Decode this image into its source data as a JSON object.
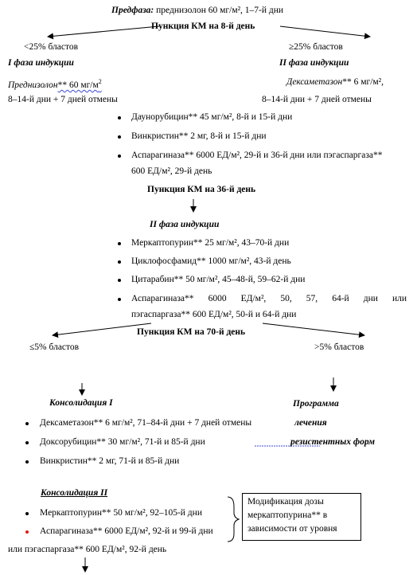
{
  "prephase": {
    "label": "Предфаза:",
    "text": " преднизолон 60 мг/м², 1–7-й дни"
  },
  "puncture_day8": "Пункция КМ на 8-й день",
  "branch_low_blasts": "<25% бластов",
  "branch_high_blasts": "≥25% бластов",
  "induction_left": {
    "title": "I фаза индукции",
    "drug": "Преднизолон",
    "drug_rest": "** 60 мг/м",
    "drug_sup": "2",
    "days": "8–14-й дни + 7 дней отмены"
  },
  "induction_right": {
    "title": "II фаза индукции",
    "drug": "Дексаметазон",
    "drug_rest": "** 6 мг/м²,",
    "days": "8–14-й дни + 7 дней отмены"
  },
  "induction_common": [
    "Даунорубицин** 45 мг/м², 8-й и 15-й дни",
    "Винкристин** 2 мг, 8-й и 15-й дни",
    "Аспарагиназа** 6000 ЕД/м², 29-й и 36-й дни или пэгаспаргаза**",
    "600 ЕД/м², 29-й день"
  ],
  "puncture_day36": "Пункция КМ на 36-й день",
  "induction_phase2": {
    "title": "II фаза индукции",
    "items": [
      "Меркаптопурин** 25 мг/м², 43–70-й дни",
      "Циклофосфамид** 1000 мг/м², 43-й день",
      "Цитарабин** 50 мг/м², 45–48-й, 59–62-й дни",
      "Аспарагиназа** 6000 ЕД/м², 50, 57, 64-й дни или",
      "пэгаспаргаза** 600 ЕД/м², 50-й и 64-й дни"
    ]
  },
  "puncture_day70": "Пункция КМ на 70-й день",
  "branch_le5": "≤5% бластов",
  "branch_gt5": ">5% бластов",
  "consolidation1": {
    "title": "Консолидация I",
    "items": [
      "Дексаметазон** 6 мг/м², 71–84-й дни + 7 дней отмены",
      "Доксорубицин** 30 мг/м², 71-й и 85-й дни",
      "Винкристин** 2 мг, 71-й и 85-й дни"
    ]
  },
  "resistant_program": {
    "line1": "Программа",
    "line2": "лечения",
    "line3": "резистентных форм"
  },
  "consolidation2": {
    "title": "Консолидация  II",
    "items": [
      "Меркаптопурин** 50 мг/м², 92–105-й дни",
      "Аспарагиназа** 6000 ЕД/м², 92-й и 99-й дни"
    ],
    "continuation": "или пэгаспаргаза** 600 ЕД/м², 92-й день"
  },
  "dose_note": {
    "line1": "Модификация дозы",
    "line2": "меркаптопурина** в",
    "line3": "зависимости от уровня"
  },
  "colors": {
    "text": "#000000",
    "spellcheck": "#3b49d6",
    "highlight_bullet": "#e01a1a"
  }
}
